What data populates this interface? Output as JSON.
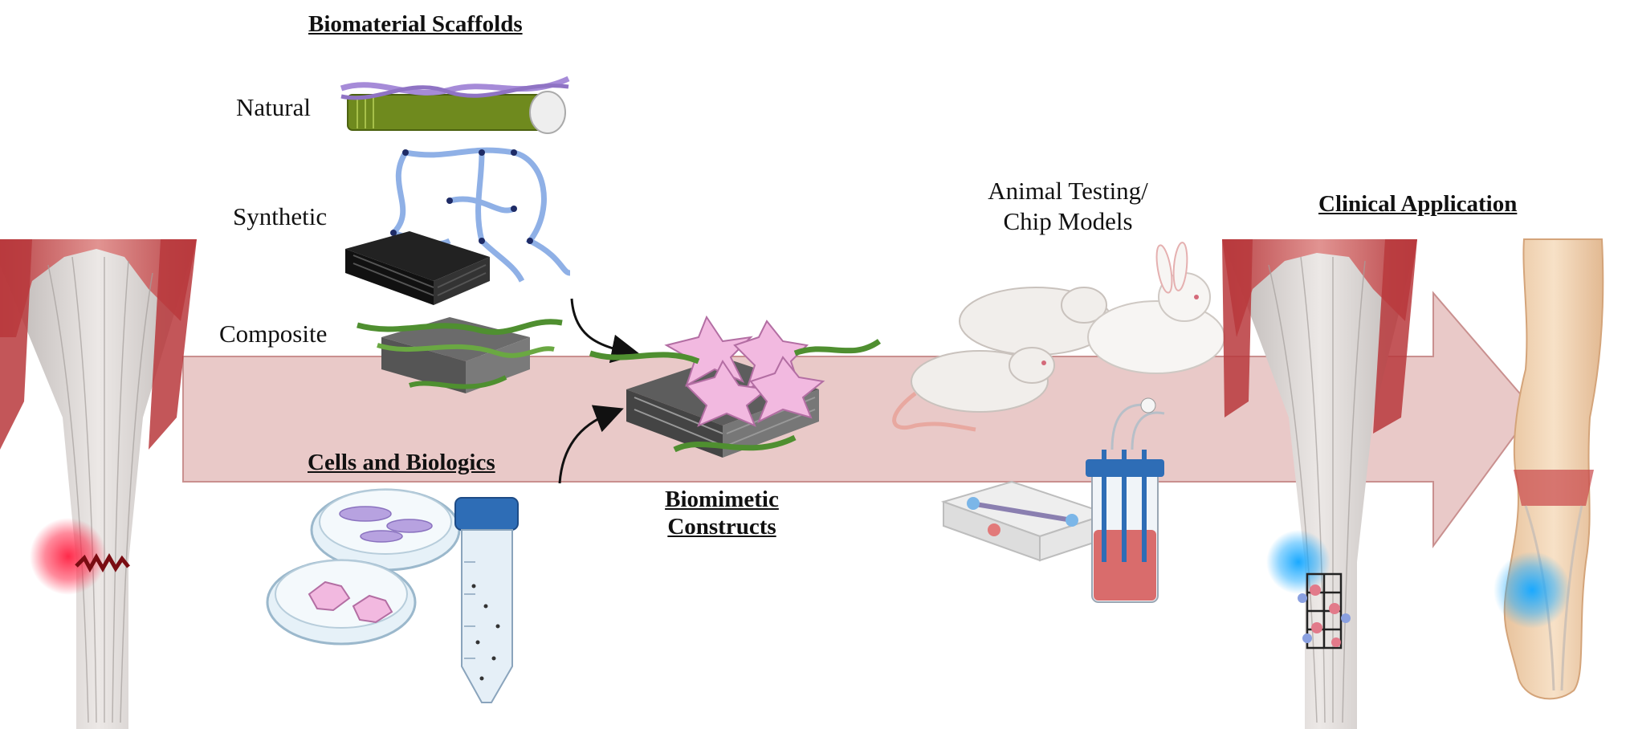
{
  "headings": {
    "biomaterial_scaffolds": "Biomaterial Scaffolds",
    "cells_and_biologics": "Cells and Biologics",
    "biomimetic_line1": "Biomimetic",
    "biomimetic_line2": "Constructs",
    "clinical_application": "Clinical Application"
  },
  "scaffold_types": {
    "natural": "Natural",
    "synthetic": "Synthetic",
    "composite": "Composite"
  },
  "testing": {
    "line1": "Animal Testing/",
    "line2": "Chip Models"
  },
  "colors": {
    "arrow_band": "#e9c9c8",
    "arrow_stroke": "#c9908f",
    "muscle": "#c9474a",
    "tendon": "#d8d3d1",
    "injury_glow": "#ff2a4a",
    "healing_glow": "#1aa9ff",
    "cell_pink": "#f2b9e0",
    "cell_purple": "#b7a2e0",
    "fiber_green": "#5a9a3a",
    "scaffold_black": "#222222",
    "scaffold_gray": "#666666",
    "tube_cap": "#2e6db6",
    "media_red": "#d96c6c",
    "skin": "#f3d7b6"
  }
}
